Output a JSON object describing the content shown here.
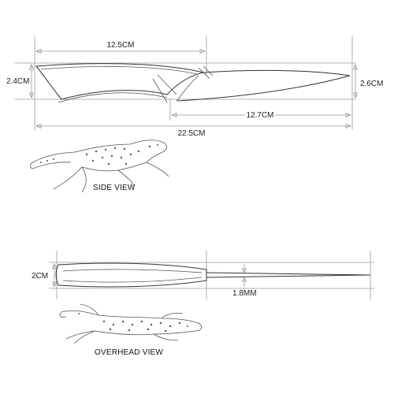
{
  "side_view": {
    "caption": "SIDE VIEW",
    "dims": {
      "handle_length": "12.5CM",
      "handle_height": "2.4CM",
      "blade_height": "2.6CM",
      "blade_length": "12.7CM",
      "total_length": "22.5CM"
    }
  },
  "overhead_view": {
    "caption": "OVERHEAD VIEW",
    "dims": {
      "handle_width": "2CM",
      "blade_thickness": "1.8MM"
    }
  }
}
